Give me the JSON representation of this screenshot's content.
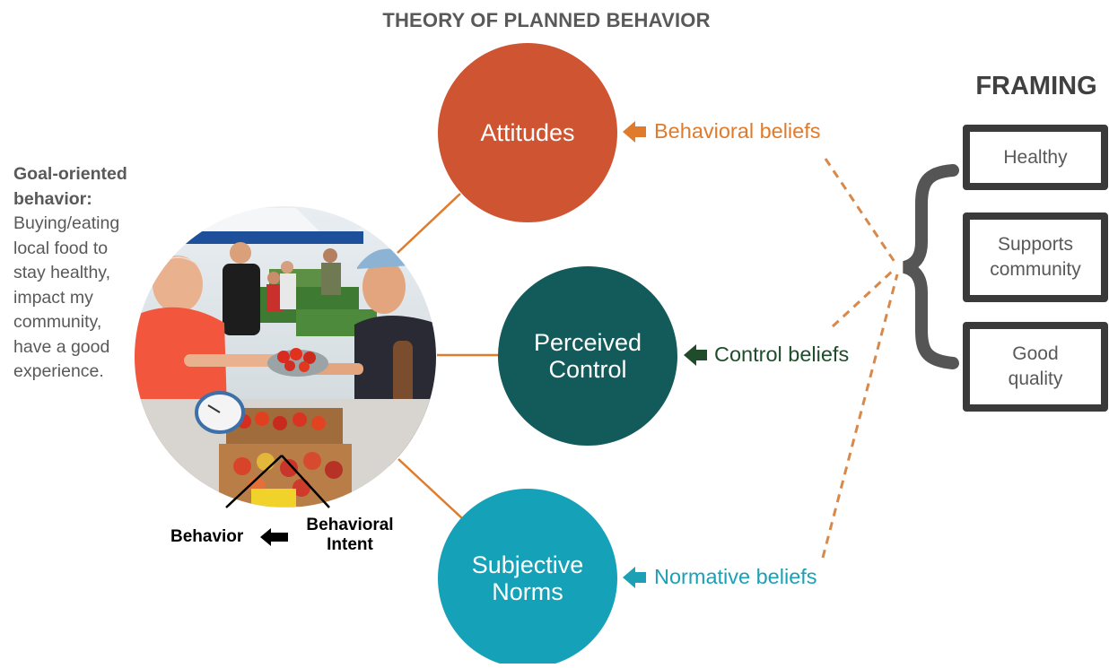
{
  "title": "THEORY OF PLANNED BEHAVIOR",
  "framing_heading": "FRAMING",
  "goal": {
    "heading_line1": "Goal-oriented",
    "heading_line2": "behavior:",
    "body_lines": [
      "Buying/eating",
      "local food to",
      "stay healthy,",
      "impact my",
      "community,",
      "have a good",
      "experience."
    ]
  },
  "circles": [
    {
      "label_line1": "Attitudes",
      "label_line2": "",
      "color": "#cf5532"
    },
    {
      "label_line1": "Perceived",
      "label_line2": "Control",
      "color": "#135a5a"
    },
    {
      "label_line1": "Subjective",
      "label_line2": "Norms",
      "color": "#15a1b7"
    }
  ],
  "beliefs": [
    {
      "label": "Behavioral beliefs",
      "color": "#e07b2c"
    },
    {
      "label": "Control beliefs",
      "color": "#1f4d2b"
    },
    {
      "label": "Normative beliefs",
      "color": "#1ba0b5"
    }
  ],
  "framing_items": [
    {
      "line1": "Healthy",
      "line2": ""
    },
    {
      "line1": "Supports",
      "line2": "community"
    },
    {
      "line1": "Good",
      "line2": "quality"
    }
  ],
  "photo_labels": {
    "behavior": "Behavior",
    "intent_line1": "Behavioral",
    "intent_line2": "Intent"
  },
  "colors": {
    "connector": "#e07b2c",
    "dashed": "#d9884a",
    "brace": "#555555",
    "frame_border": "#3a3a3a"
  }
}
